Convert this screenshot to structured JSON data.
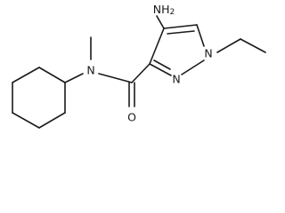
{
  "molecule": {
    "atom_labels": {
      "amine_group": "NH2",
      "amine_h": "H",
      "amide_nitrogen": "N",
      "ring_nitrogen_1": "N",
      "ring_nitrogen_2": "N",
      "carbonyl_oxygen": "O"
    }
  }
}
